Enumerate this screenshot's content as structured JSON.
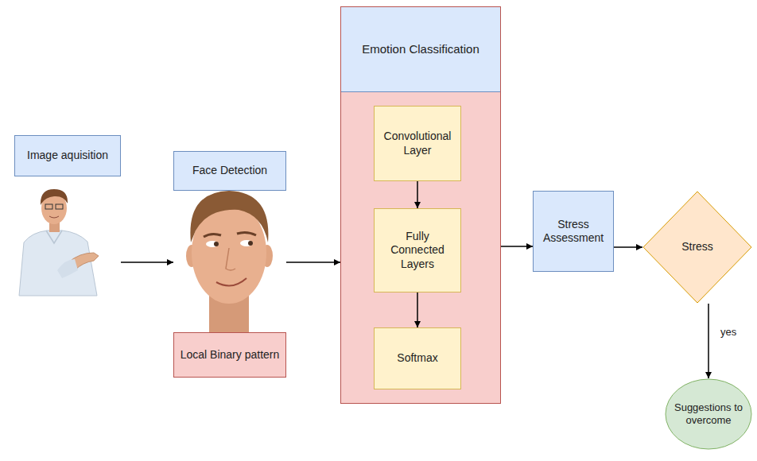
{
  "diagram": {
    "nodes": [
      {
        "text": [
          "Image aquisition"
        ]
      },
      {
        "text": [
          "Face Detection"
        ]
      },
      {
        "text": [
          "Local Binary pattern"
        ]
      },
      {
        "text": [
          "Emotion Classification"
        ]
      },
      {
        "text": [
          "Convolutional Layer"
        ],
        "in": 3
      },
      {
        "text": [
          "Fully Connected Layers"
        ],
        "in": 3
      },
      {
        "text": [
          "Softmax"
        ],
        "in": 3
      },
      {
        "text": [
          "Stress Assessment"
        ]
      },
      {
        "text": [
          "Stress"
        ]
      },
      {
        "text": [
          "Suggestions to overcome"
        ]
      }
    ],
    "edges": [
      {
        "from": 0,
        "to": 1,
        "arrow": "to"
      },
      {
        "from": 1,
        "to": 3,
        "arrow": "to"
      },
      {
        "from": 4,
        "to": 5,
        "arrow": "to"
      },
      {
        "from": 5,
        "to": 6,
        "arrow": "to"
      },
      {
        "from": 3,
        "to": 7,
        "arrow": "to"
      },
      {
        "from": 7,
        "to": 8,
        "arrow": "to"
      },
      {
        "from": 8,
        "to": 9,
        "label": "yes",
        "arrow": "to"
      }
    ]
  }
}
